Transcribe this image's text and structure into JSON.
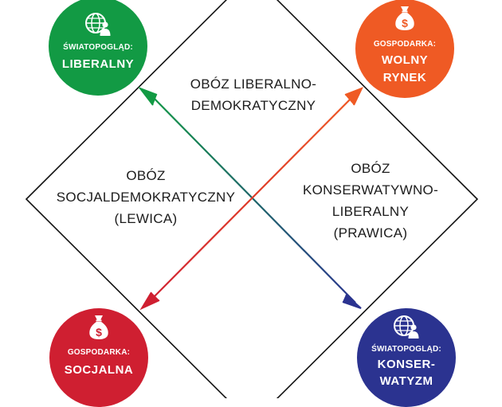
{
  "colors": {
    "green": "#129a44",
    "orange": "#ef5a24",
    "red": "#cf1f31",
    "navy": "#2b3390",
    "diamond": "#111111"
  },
  "quadrants": {
    "top": {
      "line1": "OBÓZ LIBERALNO-",
      "line2": "DEMOKRATYCZNY"
    },
    "left": {
      "line1": "OBÓZ",
      "line2": "SOCJALDEMOKRATYCZNY",
      "line3": "(LEWICA)"
    },
    "right": {
      "line1": "OBÓZ",
      "line2": "KONSERWATYWNO-",
      "line3": "LIBERALNY",
      "line4": "(PRAWICA)"
    }
  },
  "poles": {
    "top_left": {
      "icon": "globe-person-icon",
      "caption": "ŚWIATOPOGLĄD:",
      "value_line1": "LIBERALNY"
    },
    "top_right": {
      "icon": "money-bag-icon",
      "caption": "GOSPODARKA:",
      "value_line1": "WOLNY",
      "value_line2": "RYNEK"
    },
    "bottom_left": {
      "icon": "money-bag-icon",
      "caption": "GOSPODARKA:",
      "value_line1": "SOCJALNA"
    },
    "bottom_right": {
      "icon": "globe-person-icon",
      "caption": "ŚWIATOPOGLĄD:",
      "value_line1": "KONSER-",
      "value_line2": "WATYZM"
    }
  }
}
